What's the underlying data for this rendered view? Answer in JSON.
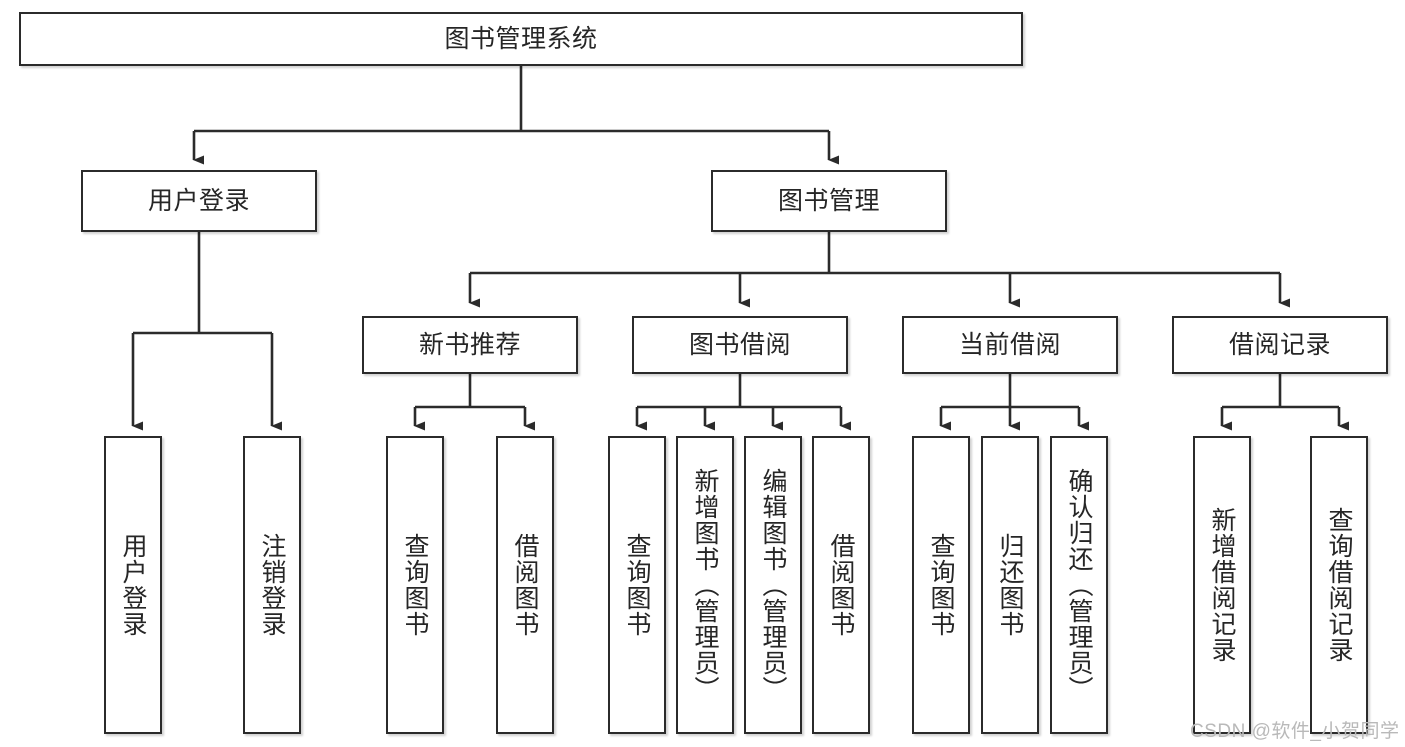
{
  "diagram": {
    "type": "tree-hierarchy-functional-decomposition",
    "root": {
      "label": "图书管理系统"
    },
    "level2": [
      {
        "label": "用户登录"
      },
      {
        "label": "图书管理"
      }
    ],
    "level3": [
      {
        "label": "新书推荐"
      },
      {
        "label": "图书借阅"
      },
      {
        "label": "当前借阅"
      },
      {
        "label": "借阅记录"
      }
    ],
    "leaves": {
      "user_login": [
        {
          "label": "用户登录"
        },
        {
          "label": "注销登录"
        }
      ],
      "new_book_recommend": [
        {
          "label": "查询图书"
        },
        {
          "label": "借阅图书"
        }
      ],
      "book_borrow": [
        {
          "label": "查询图书"
        },
        {
          "label": "新增图书（管理员）"
        },
        {
          "label": "编辑图书（管理员）"
        },
        {
          "label": "借阅图书"
        }
      ],
      "current_borrow": [
        {
          "label": "查询图书"
        },
        {
          "label": "归还图书"
        },
        {
          "label": "确认归还（管理员）"
        }
      ],
      "borrow_record": [
        {
          "label": "新增借阅记录"
        },
        {
          "label": "查询借阅记录"
        }
      ]
    }
  },
  "watermark": {
    "text": "CSDN @软件_小贺同学"
  },
  "colors": {
    "stroke": "#2b2b2b",
    "box_fill": "#ffffff",
    "text": "#262626",
    "watermark": "#b9b9b9",
    "background": "#ffffff"
  }
}
